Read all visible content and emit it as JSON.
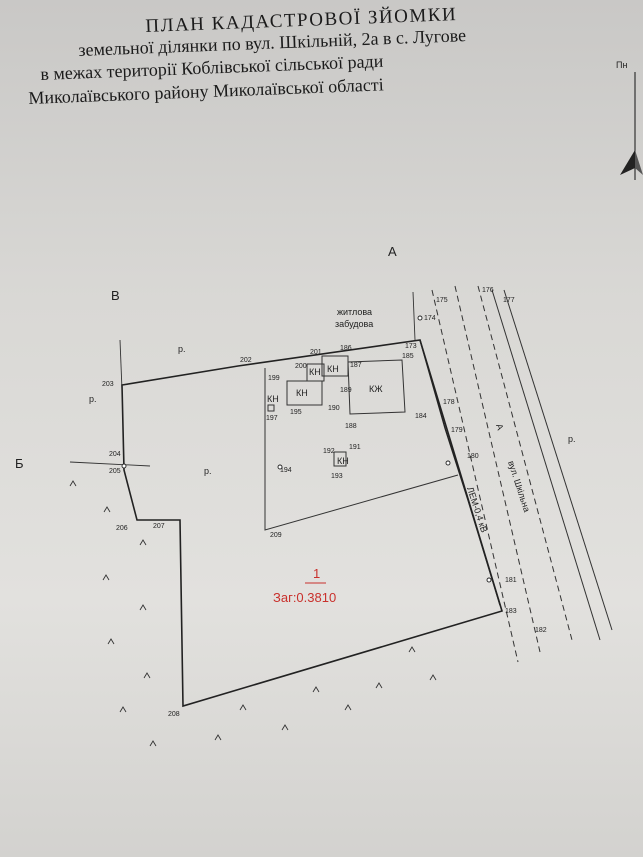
{
  "title": {
    "line1": "ПЛАН КАДАСТРОВОЇ ЗЙОМКИ",
    "line2": "земельної ділянки по вул. Шкільній, 2а в с. Лугове",
    "line3": "в межах території Коблівської сільської ради",
    "line4": "Миколаївського району Миколаївської області"
  },
  "north_label": "Пн",
  "neighbors": {
    "a": "А",
    "b": "В",
    "c": "Б"
  },
  "labels": {
    "residential": "житлова",
    "residential2": "забудова",
    "street": "вул. Шкільна",
    "power_line": "ЛЕМ-0,4 кВ",
    "road_a": "А",
    "river": "р."
  },
  "buildings": {
    "kn": "КН",
    "kzh": "КЖ"
  },
  "parcel": {
    "number": "1",
    "area": "Заг:0.3810"
  },
  "points": [
    "173",
    "174",
    "175",
    "176",
    "177",
    "178",
    "179",
    "180",
    "181",
    "182",
    "183",
    "184",
    "185",
    "186",
    "187",
    "188",
    "189",
    "190",
    "191",
    "192",
    "193",
    "194",
    "195",
    "197",
    "199",
    "200",
    "201",
    "202",
    "203",
    "204",
    "205",
    "206",
    "207",
    "208",
    "209"
  ]
}
